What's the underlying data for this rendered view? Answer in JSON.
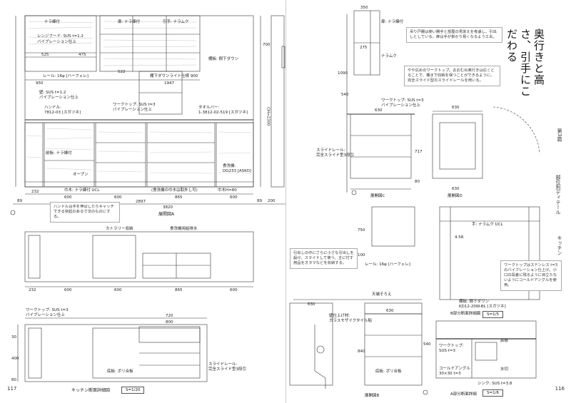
{
  "left_page": {
    "page_number": "117",
    "elevation_a": {
      "labels": {
        "upper_finish": "ナラ練付",
        "upper_glass": "扉: ナラ練付",
        "pull": "引手: ナラムク",
        "range_hood": "レンジフード: SUS t=1.2",
        "range_hood_finish": "バイブレーション仕上",
        "shelf_board": "棚板: 樹下ダウン",
        "rail": "レール: 16φ [ハーフェレ]",
        "lighting": "棚下ダウンライト仕様 900",
        "wall_sus": "壁: SUS t=1.2",
        "wall_finish": "バイブレーション仕上",
        "handle": "ハンドル:",
        "handle_model": "7812-03 [スガツネ]",
        "worktop": "ワークトップ: SUS t=3",
        "worktop_finish": "バイブレーション仕上",
        "towel_bar": "タオルバー:",
        "towel_bar_model": "1-3812-02-519 [スガツネ]",
        "front_board": "前板: ナラ練付",
        "oven": "オーブン",
        "dishwasher": "食洗機:",
        "dishwasher_model": "DG233 [ASKO]",
        "plinth": "巾木: ナラ練付 UCL",
        "plinth_note": "(食洗機の巾木は取外し可)",
        "plinth_right": "巾木H=80",
        "ch": "CH=2300"
      },
      "dimensions": [
        "525",
        "475",
        "522",
        "1947",
        "950",
        "232",
        "600",
        "600",
        "865",
        "600",
        "89",
        "2897",
        "3820",
        "89",
        "700",
        "200"
      ],
      "title": "展開図A",
      "note": "ハンドルは手を伸ばしたらキャッチできる突起のある寸法のものにする。"
    },
    "plan": {
      "labels": {
        "cutlery": "カトラリー収納",
        "dishwasher_water": "食洗機用給排水"
      },
      "dimensions": [
        "232",
        "600",
        "600",
        "865",
        "600"
      ]
    },
    "section": {
      "labels": {
        "worktop": "ワークトップ: SUS t=3",
        "worktop_finish": "バイブレーション仕上",
        "bottom_board": "底板: ポリ合板",
        "slide_rail": "スライドレール:",
        "slide_rail_type": "完全スライド型3段引"
      },
      "dimensions": [
        "720",
        "800",
        "400",
        "30",
        "80"
      ],
      "title": "キッチン断面詳細図",
      "scale": "S=1/20"
    }
  },
  "right_page": {
    "page_number": "116",
    "title": "奥行きと高さ、引手にこだわる",
    "chapter": "第3篇",
    "side_section": "部位別ディテール",
    "side_topic": "キッチン",
    "elevation_c": {
      "title": "展開図C",
      "labels": {
        "door": "扉: ナラ練付",
        "pull": "ナラムク",
        "worktop": "ワークトップ: SUS t=3",
        "worktop_finish": "バイブレーション仕上",
        "slide_rail": "スライドレール:",
        "slide_rail_type": "完全スライド型3段引"
      },
      "dimensions": [
        "350",
        "275",
        "630",
        "540",
        "1090",
        "717",
        "80"
      ],
      "note": "吊り戸棚は使い勝手と部屋の見栄えを考慮し、引出しとしている。扉は手が掛かり易くなるよう工夫。"
    },
    "elevation_d": {
      "title": "展開図D",
      "dimensions": [
        "630",
        "630"
      ],
      "note": "やや広めのワークトップ。おおむね奥行きは広くとることで、棚まで収納を保つことができるように。完全スライド型のスライドレールを用いる。"
    },
    "section_b": {
      "title": "展開図B",
      "labels": {
        "rail": "レール: 16φ [ハーフェレ]",
        "ceiling": "天端そろえ",
        "wall": "壁仕上げ材:",
        "wall_material": "ガラスモザイクタイル貼",
        "bottom_board": "底板: ポリ合板"
      },
      "dimensions": [
        "630",
        "750",
        "100",
        "630",
        "540",
        "840"
      ],
      "note": "引出しの中にさらに小さな引出しを設け、スライドして使う。主に付す用品をオタマなどを収納する。"
    },
    "detail": {
      "labels": {
        "pull": "手: ナラムク UCL",
        "shelf": "棚板: 樹下ダウン",
        "shelf_model": "KD12-20W-BL [スガツネ]",
        "worktop": "ワークトップ:",
        "worktop_spec": "SUS t=3",
        "cold_angle": "コールドアングル",
        "angle_size": "30×30 t=3",
        "sink": "シンク: SUS t=3.8",
        "front": "前板",
        "water": "水切",
        "dimensions_label": "4.5R"
      },
      "note": "ワークトップはステンレス t=3のバイブレーション仕上げ。小口の段差に残るように目立たないようにコールドアングルを使用。",
      "title_b": "B部分断面詳細図",
      "scale_b": "S=1/5",
      "title_a": "A部分断面詳細",
      "scale_a": "S=1/6"
    }
  }
}
